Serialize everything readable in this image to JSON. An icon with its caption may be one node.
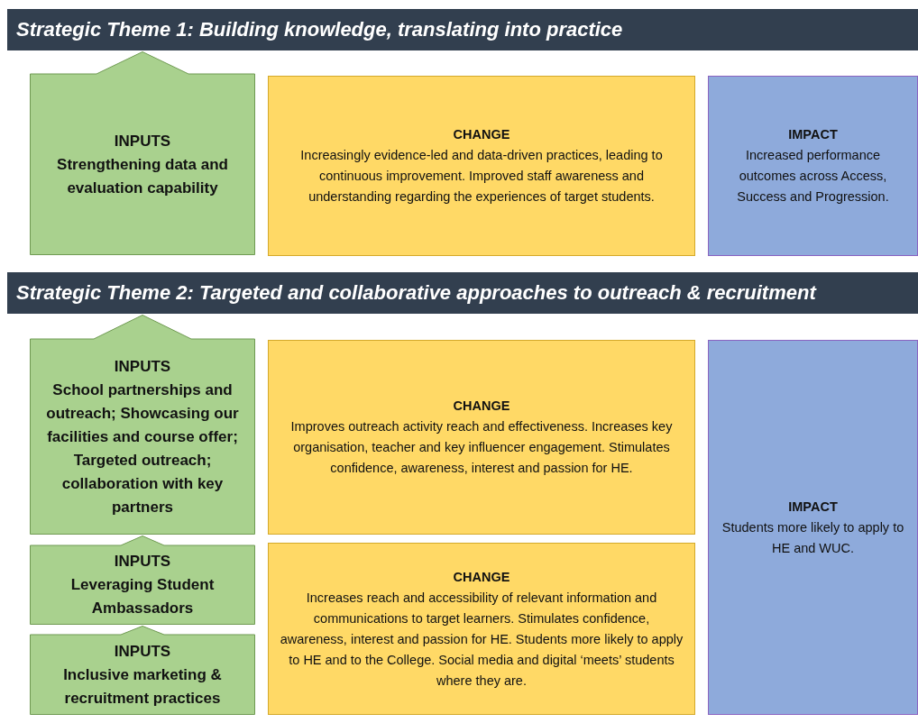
{
  "diagram": {
    "nodes": [
      {
        "text": [
          "Strategic Theme 1: Building knowledge, translating into practice"
        ]
      },
      {
        "text": [
          "INPUTS",
          "Strengthening data and evaluation capability"
        ]
      },
      {
        "text": [
          "CHANGE",
          "Increasingly evidence-led and data-driven practices, leading to continuous improvement. Improved staff awareness and understanding regarding the experiences of target students."
        ]
      },
      {
        "text": [
          "IMPACT",
          "Increased performance outcomes across Access, Success and Progression."
        ]
      },
      {
        "text": [
          "Strategic Theme 2: Targeted and collaborative approaches to outreach & recruitment"
        ]
      },
      {
        "text": [
          "INPUTS",
          "School partnerships and outreach; Showcasing our facilities and course offer; Targeted outreach; collaboration with key partners"
        ]
      },
      {
        "text": [
          "CHANGE",
          "Improves outreach activity reach and effectiveness. Increases key organisation, teacher and key influencer engagement. Stimulates confidence, awareness, interest and passion for HE."
        ]
      },
      {
        "text": [
          "IMPACT",
          "Students more likely to apply to HE and WUC."
        ]
      },
      {
        "text": [
          "INPUTS",
          "Leveraging Student Ambassadors"
        ]
      },
      {
        "text": [
          "CHANGE",
          "Increases reach and accessibility of relevant information and communications to target learners. Stimulates confidence, awareness, interest and passion for HE. Students more likely to apply to HE and to the College. Social media and digital ‘meets’ students where they are."
        ]
      },
      {
        "text": [
          "INPUTS",
          "Inclusive marketing & recruitment practices"
        ]
      }
    ]
  }
}
